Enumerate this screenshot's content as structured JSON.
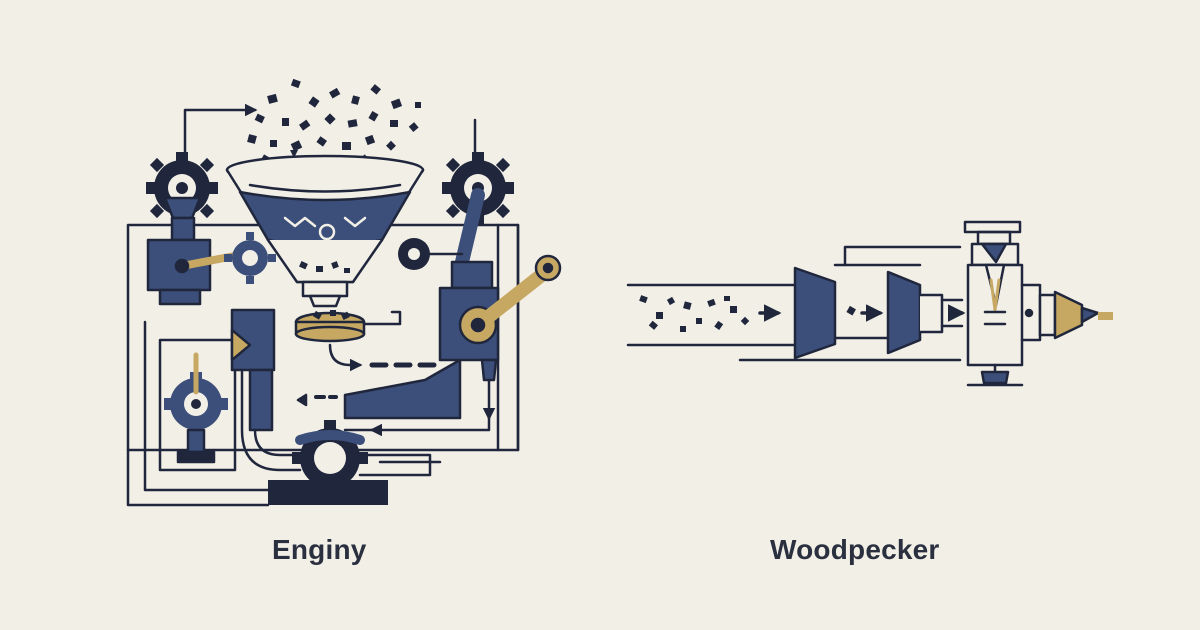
{
  "labels": {
    "left": "Enginy",
    "right": "Woodpecker"
  },
  "colors": {
    "background": "#f2efe7",
    "ink": "#20273d",
    "navy": "#3b4f7a",
    "navy_light": "#5a6f9c",
    "gold": "#c7a862",
    "label_text": "#2b3040"
  },
  "icons": {
    "left": [
      "gear-icon",
      "funnel-icon",
      "crank-lever-icon",
      "pipe-icon",
      "flow-arrow-icon",
      "debris-particles"
    ],
    "right": [
      "debris-particles",
      "flow-arrow-icon",
      "compressor-stage-icon",
      "press-drill-icon",
      "nozzle-icon"
    ]
  }
}
